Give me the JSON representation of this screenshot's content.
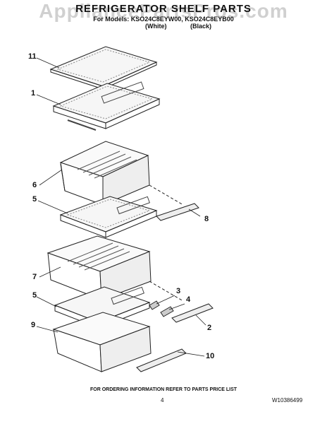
{
  "watermark": "AppliancePartsPros.com",
  "header": {
    "title": "REFRIGERATOR SHELF PARTS",
    "models_line": "For Models: KSO24C8EYW00, KSO24C8EYB00",
    "color_white": "(White)",
    "color_black": "(Black)"
  },
  "callouts": {
    "n11": "11",
    "n1": "1",
    "n6": "6",
    "n5a": "5",
    "n8": "8",
    "n7": "7",
    "n3": "3",
    "n4": "4",
    "n5b": "5",
    "n2": "2",
    "n9": "9",
    "n10": "10"
  },
  "footer": {
    "note": "FOR ORDERING INFORMATION REFER TO PARTS PRICE LIST",
    "page": "4",
    "doc_number": "W10386499"
  }
}
